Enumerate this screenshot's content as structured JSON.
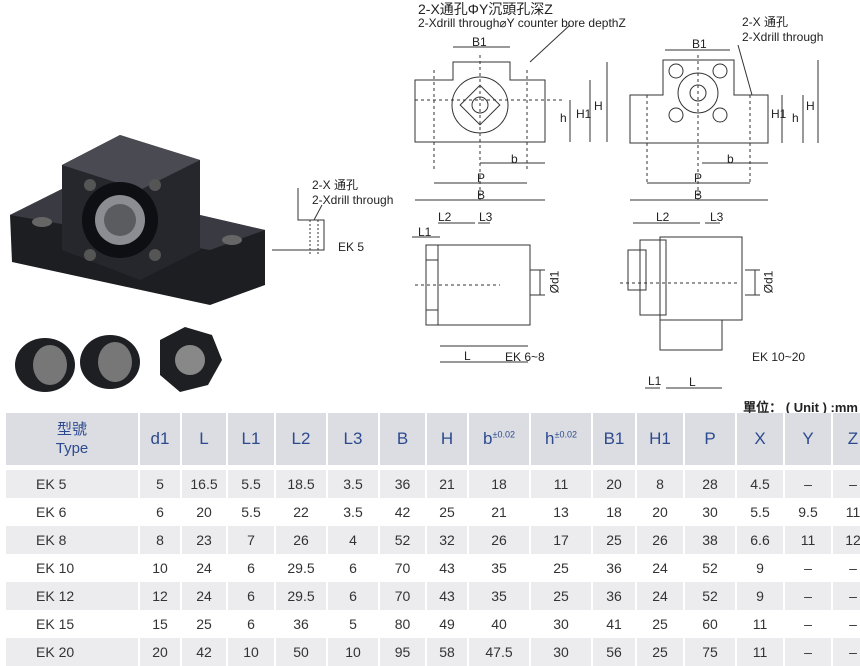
{
  "diagram": {
    "top_left_note_cn": "2-X通孔ΦY沉頭孔深Z",
    "top_left_note_en": "2-Xdrill through⌀Y counter bore depthZ",
    "top_right_note_cn": "2-X 通孔",
    "top_right_note_en": "2-Xdrill through",
    "ek5_note_cn": "2-X 通孔",
    "ek5_note_en": "2-Xdrill through",
    "ek5_label": "EK 5",
    "ek68_label": "EK 6~8",
    "ek1020_label": "EK 10~20",
    "dims": {
      "B1": "B1",
      "H": "H",
      "H1": "H1",
      "h": "h",
      "b": "b",
      "P": "P",
      "B": "B",
      "L": "L",
      "L1": "L1",
      "L2": "L2",
      "L3": "L3",
      "d1": "Ød1"
    }
  },
  "unit_label": "單位： ( Unit ) :mm",
  "table": {
    "headers": {
      "type_cn": "型號",
      "type_en": "Type",
      "cols": [
        "d1",
        "L",
        "L1",
        "L2",
        "L3",
        "B",
        "H",
        "b",
        "h",
        "B1",
        "H1",
        "P",
        "X",
        "Y",
        "Z"
      ],
      "tolerance": "±0.02"
    },
    "rows": [
      {
        "type": "EK  5",
        "v": [
          "5",
          "16.5",
          "5.5",
          "18.5",
          "3.5",
          "36",
          "21",
          "18",
          "11",
          "20",
          "8",
          "28",
          "4.5",
          "–",
          "–"
        ]
      },
      {
        "type": "EK  6",
        "v": [
          "6",
          "20",
          "5.5",
          "22",
          "3.5",
          "42",
          "25",
          "21",
          "13",
          "18",
          "20",
          "30",
          "5.5",
          "9.5",
          "11"
        ]
      },
      {
        "type": "EK  8",
        "v": [
          "8",
          "23",
          "7",
          "26",
          "4",
          "52",
          "32",
          "26",
          "17",
          "25",
          "26",
          "38",
          "6.6",
          "11",
          "12"
        ]
      },
      {
        "type": "EK  10",
        "v": [
          "10",
          "24",
          "6",
          "29.5",
          "6",
          "70",
          "43",
          "35",
          "25",
          "36",
          "24",
          "52",
          "9",
          "–",
          "–"
        ]
      },
      {
        "type": "EK  12",
        "v": [
          "12",
          "24",
          "6",
          "29.5",
          "6",
          "70",
          "43",
          "35",
          "25",
          "36",
          "24",
          "52",
          "9",
          "–",
          "–"
        ]
      },
      {
        "type": "EK  15",
        "v": [
          "15",
          "25",
          "6",
          "36",
          "5",
          "80",
          "49",
          "40",
          "30",
          "41",
          "25",
          "60",
          "11",
          "–",
          "–"
        ]
      },
      {
        "type": "EK  20",
        "v": [
          "20",
          "42",
          "10",
          "50",
          "10",
          "95",
          "58",
          "47.5",
          "30",
          "56",
          "25",
          "75",
          "11",
          "–",
          "–"
        ]
      }
    ]
  }
}
